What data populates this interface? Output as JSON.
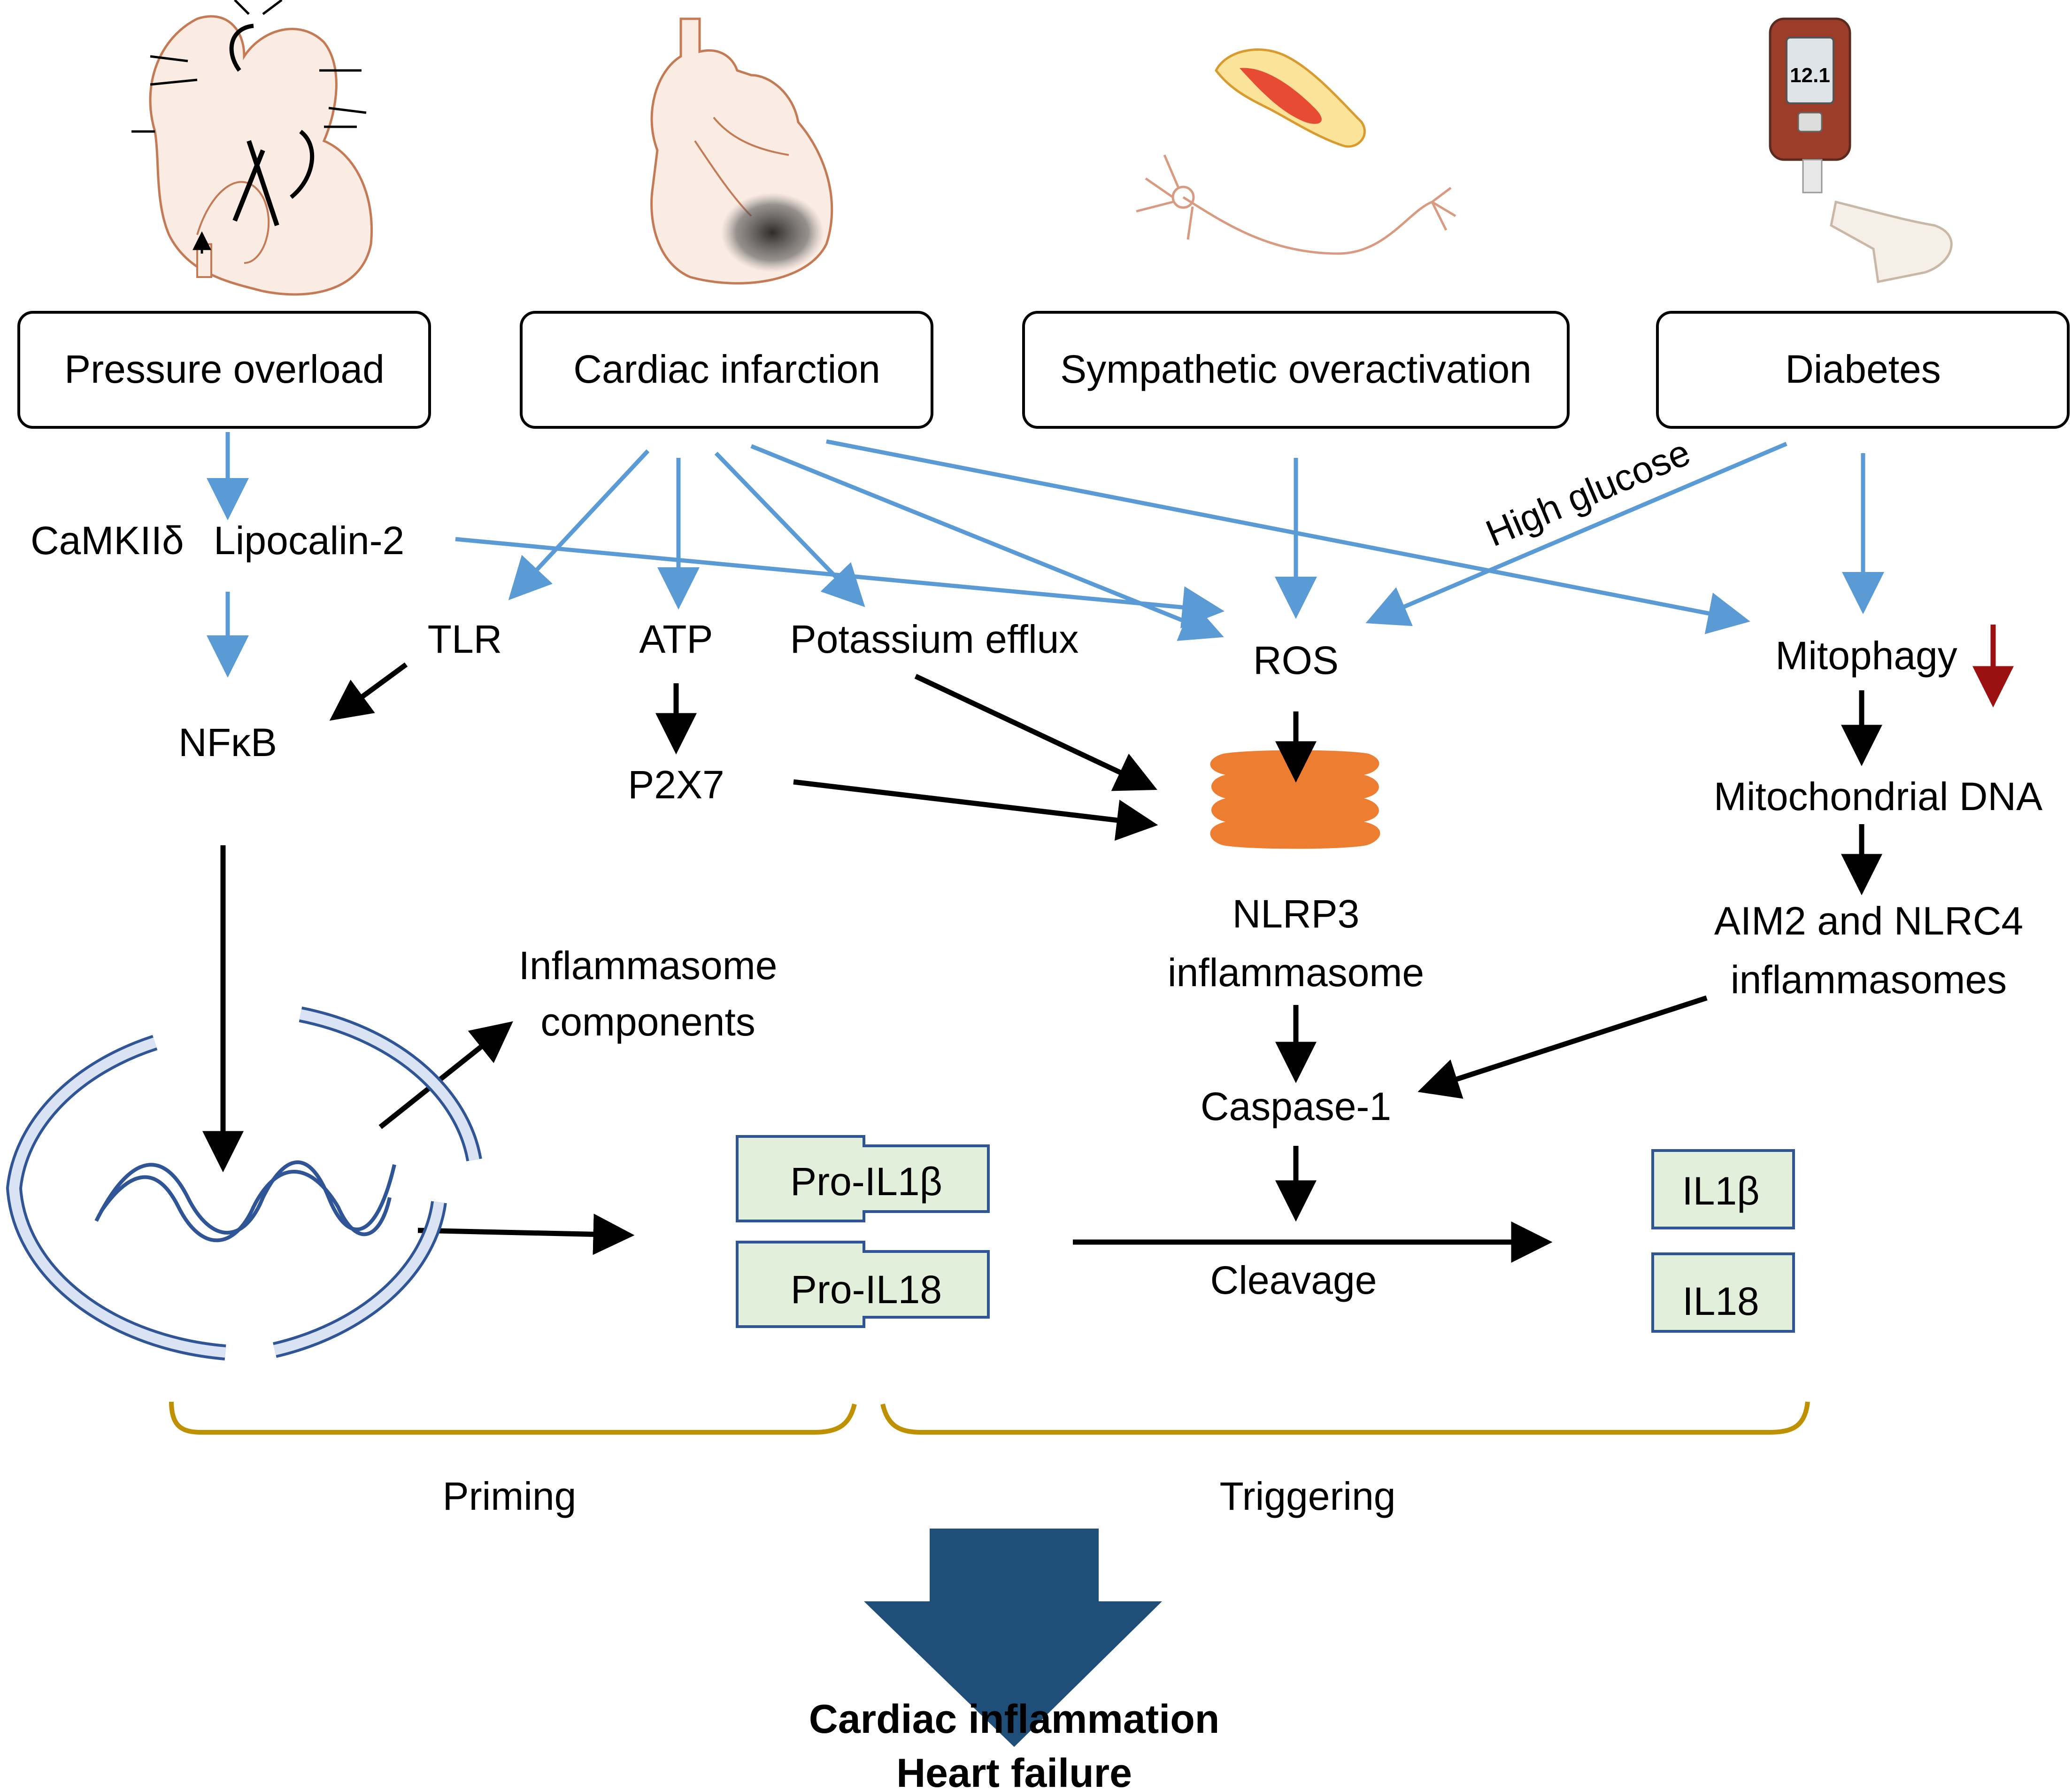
{
  "causes": [
    {
      "id": "pressure",
      "label": "Pressure overload"
    },
    {
      "id": "infarction",
      "label": "Cardiac infarction"
    },
    {
      "id": "sympathetic",
      "label": "Sympathetic overactivation"
    },
    {
      "id": "diabetes",
      "label": "Diabetes"
    }
  ],
  "nodes": {
    "camkii": "CaMKIIδ",
    "lipocalin": "Lipocalin-2",
    "tlr": "TLR",
    "atp": "ATP",
    "potassium": "Potassium efflux",
    "ros": "ROS",
    "mitophagy": "Mitophagy",
    "nfkb": "NFκB",
    "p2x7": "P2X7",
    "nlrp3": [
      "NLRP3",
      "inflammasome"
    ],
    "mtdna": "Mitochondrial DNA",
    "aim2": [
      "AIM2 and NLRC4",
      "inflammasomes"
    ],
    "components": [
      "Inflammasome",
      "components"
    ],
    "caspase": "Caspase-1",
    "pro_il1b": "Pro-IL1β",
    "pro_il18": "Pro-IL18",
    "il1b": "IL1β",
    "il18": "IL18",
    "cleavage": "Cleavage"
  },
  "edge_labels": {
    "high_glucose": "High glucose"
  },
  "phases": {
    "priming": "Priming",
    "triggering": "Triggering"
  },
  "outcome": [
    "Cardiac inflammation",
    "Heart failure"
  ],
  "colors": {
    "blue_arrow": "#5b9bd5",
    "black_arrow": "#000000",
    "down_arrow": "#9b1111",
    "nlrp3_fill": "#ed7d31",
    "cytokine_fill": "#e2efda",
    "cytokine_stroke": "#2f5597",
    "nucleus": "#2f5597",
    "nucleus_fill": "#dae3f3",
    "bracket": "#bf9000",
    "outcome_arrow": "#1f4e79"
  }
}
